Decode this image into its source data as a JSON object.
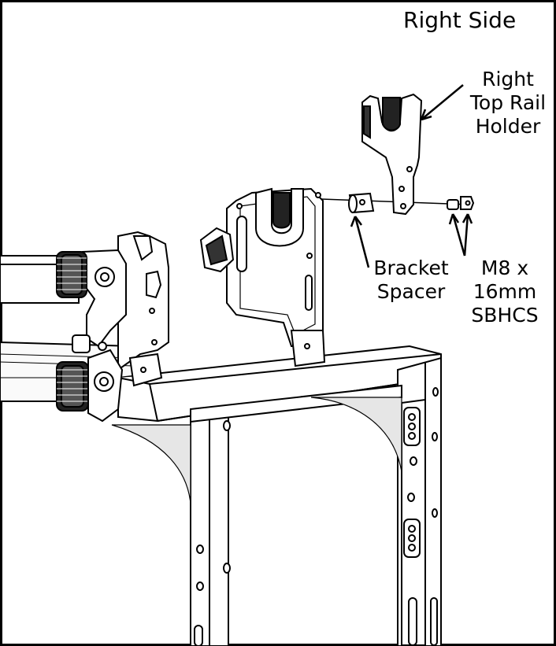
{
  "title": "Right Side",
  "callouts": {
    "holder": [
      "Right",
      "Top Rail",
      "Holder"
    ],
    "spacer": [
      "Bracket",
      "Spacer"
    ],
    "screw": [
      "M8 x",
      "16mm",
      "SBHCS"
    ]
  },
  "colors": {
    "line": "#000000",
    "background": "#ffffff",
    "shade": "#e6e6e6"
  }
}
